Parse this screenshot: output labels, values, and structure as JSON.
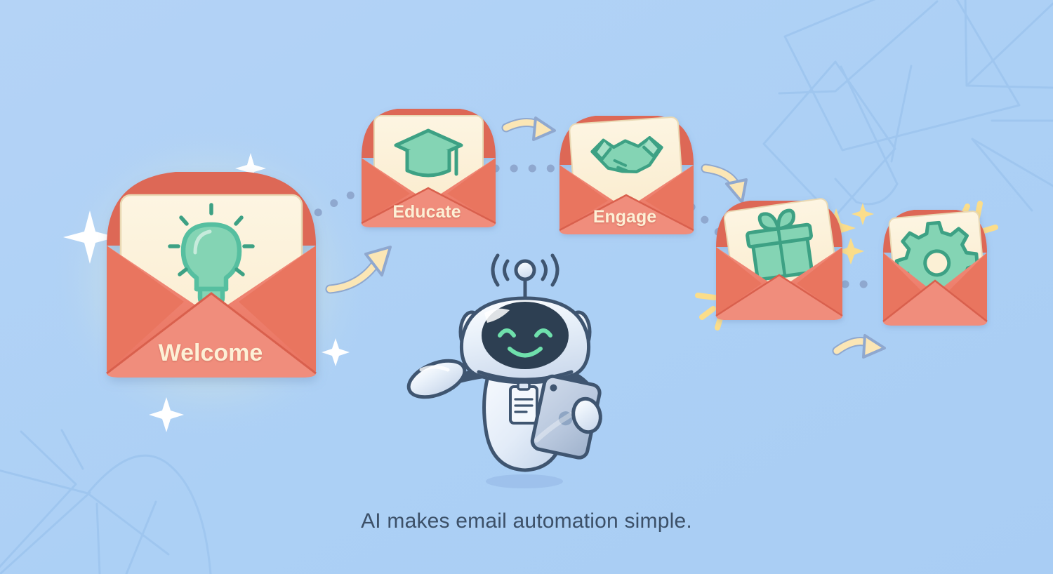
{
  "scene": {
    "title": "AI email automation flow",
    "caption": "AI makes email automation simple.",
    "background_color": "#aed0f5",
    "accent_envelope_color": "#ef7f6e",
    "accent_envelope_dark": "#d9574a",
    "letter_color": "#fbf0d5",
    "icon_green": "#7fcfae",
    "icon_green_dark": "#3e9b78",
    "label_text_color": "#fdf0d6",
    "caption_text_color": "#3c5068",
    "dot_color": "#8fa8cf",
    "arrow_fill": "#fbe6b5",
    "arrow_stroke": "#8fa8cf",
    "sparkle_white": "#ffffff",
    "sparkle_yellow": "#fbdd8a",
    "glow_color": "#f3efb9",
    "robot_body": "#eaf1fa",
    "robot_outline": "#3f5570",
    "robot_screen": "#2d3f52",
    "robot_face_green": "#6fe0ac"
  },
  "envelopes": [
    {
      "id": "welcome",
      "label": "Welcome",
      "icon": "lightbulb-icon",
      "icon_name": "lightbulb",
      "order": 1,
      "has_label": true
    },
    {
      "id": "educate",
      "label": "Educate",
      "icon": "graduation-cap-icon",
      "icon_name": "graduation cap",
      "order": 2,
      "has_label": true
    },
    {
      "id": "engage",
      "label": "Engage",
      "icon": "handshake-icon",
      "icon_name": "handshake",
      "order": 3,
      "has_label": true
    },
    {
      "id": "reward",
      "label": "",
      "icon": "gift-icon",
      "icon_name": "gift box",
      "order": 4,
      "has_label": false
    },
    {
      "id": "settings",
      "label": "",
      "icon": "gear-icon",
      "icon_name": "gear",
      "order": 5,
      "has_label": false
    }
  ],
  "robot": {
    "name": "ai-assistant-mascot",
    "expression": "smiling",
    "antenna": "signal-antenna",
    "left_hand": "waving-hand",
    "holds": "tablet",
    "chest_badge": "clipboard",
    "clipboard_lines": 3
  },
  "connectors": [
    {
      "id": "welcome-to-educate-dots",
      "type": "dotted-path",
      "from": "welcome",
      "to": "educate"
    },
    {
      "id": "welcome-to-educate-arrow",
      "type": "curved-arrow",
      "from": "welcome",
      "to": "educate"
    },
    {
      "id": "educate-to-engage-dots",
      "type": "dotted-path",
      "from": "educate",
      "to": "engage"
    },
    {
      "id": "educate-to-engage-arrow",
      "type": "curved-arrow",
      "from": "educate",
      "to": "engage"
    },
    {
      "id": "engage-to-reward-dots",
      "type": "dotted-path",
      "from": "engage",
      "to": "reward"
    },
    {
      "id": "engage-to-reward-arrow",
      "type": "curved-arrow",
      "from": "engage",
      "to": "reward"
    },
    {
      "id": "reward-to-settings-dots",
      "type": "dotted-path",
      "from": "reward",
      "to": "settings"
    },
    {
      "id": "reward-to-settings-arrow",
      "type": "curved-arrow",
      "from": "reward",
      "to": "settings"
    }
  ]
}
